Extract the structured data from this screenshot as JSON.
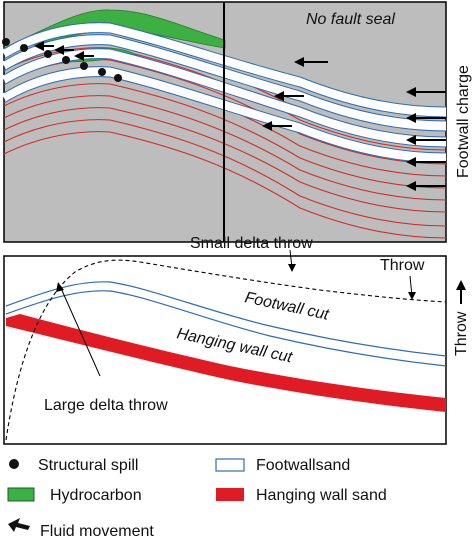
{
  "top_panel": {
    "title": "No fault seal",
    "side_label": "Footwall charge",
    "colors": {
      "background": "#bdbdbd",
      "hydrocarbon": "#3cb043",
      "hanging_wall_sand": "#e01b24",
      "footwall_sand": "#2f6db3"
    }
  },
  "bottom_panel": {
    "small_delta_throw": "Small delta throw",
    "throw_label": "Throw",
    "footwall_cut": "Footwall cut",
    "hanging_wall_cut": "Hanging wall cut",
    "large_delta_throw": "Large delta throw",
    "side_label": "Throw"
  },
  "legend": {
    "structural_spill": "Structural spill",
    "footwall_sand": "Footwallsand",
    "hydrocarbon": "Hydrocarbon",
    "hanging_wall_sand": "Hanging wall sand",
    "fluid_movement": "Fluid movement"
  }
}
